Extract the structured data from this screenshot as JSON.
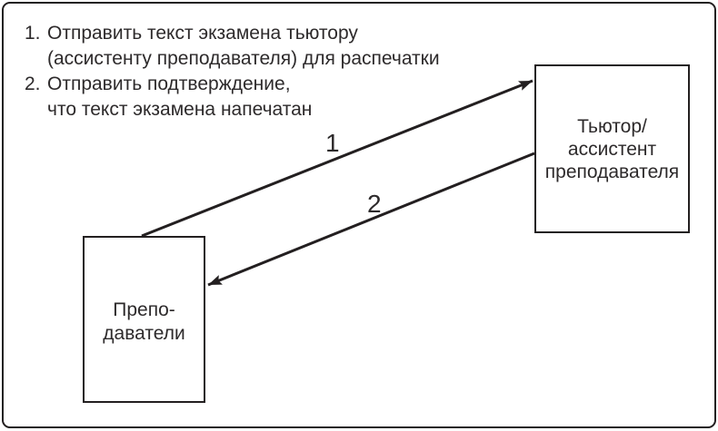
{
  "diagram": {
    "notes": {
      "items": [
        {
          "marker": "1.",
          "line1": "Отправить текст экзамена тьютору",
          "line2": "(ассистенту преподавателя) для распечатки"
        },
        {
          "marker": "2.",
          "line1": "Отправить подтверждение,",
          "line2": "что текст экзамена напечатан"
        }
      ]
    },
    "boxes": {
      "tutor": {
        "lines": [
          "Тьютор/",
          "ассистент",
          "преподавателя"
        ]
      },
      "teachers": {
        "lines": [
          "Препо-",
          "даватели"
        ]
      }
    },
    "arrows": [
      {
        "label": "1",
        "from": "teachers",
        "to": "tutor"
      },
      {
        "label": "2",
        "from": "tutor",
        "to": "teachers"
      }
    ],
    "colors": {
      "line": "#231f20",
      "text": "#2d2a2b",
      "background": "#ffffff"
    }
  }
}
